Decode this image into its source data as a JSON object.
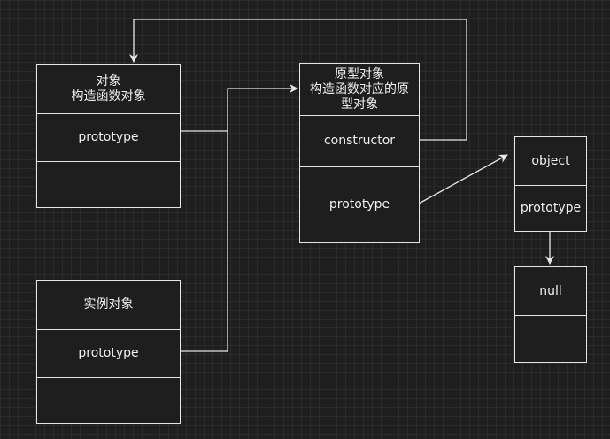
{
  "colors": {
    "background": "#1e1e1e",
    "stroke": "#e6e6e6",
    "text": "#f0f0f0"
  },
  "boxes": {
    "constructor_fn": {
      "title": "对象\n构造函数对象",
      "row1": "prototype",
      "row2": ""
    },
    "prototype_obj": {
      "title": "原型对象\n构造函数对应的原\n型对象",
      "row1": "constructor",
      "row2": "prototype"
    },
    "instance": {
      "title": "实例对象",
      "row1": "prototype",
      "row2": ""
    },
    "object": {
      "title": "object",
      "row1": "prototype"
    },
    "null_box": {
      "title": "null",
      "row1": ""
    }
  }
}
